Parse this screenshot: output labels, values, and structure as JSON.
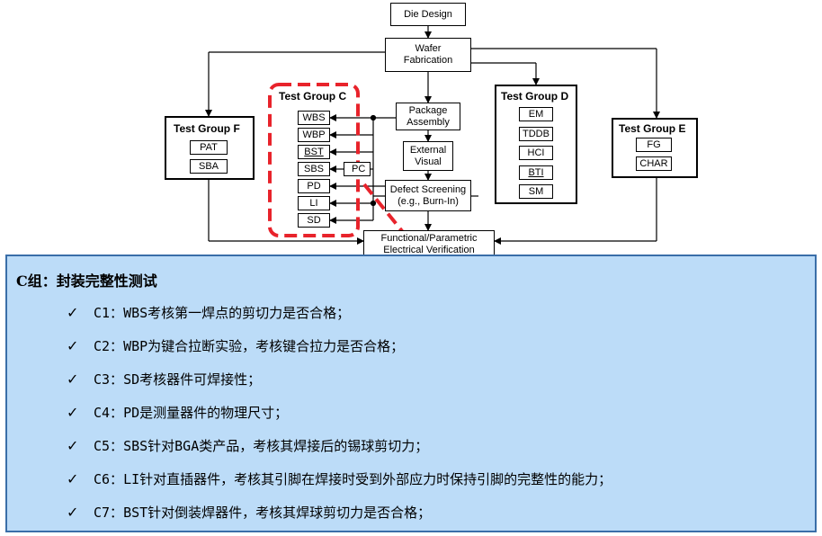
{
  "diagram": {
    "die_design": "Die Design",
    "wafer_fabrication": "Wafer Fabrication",
    "package_assembly": "Package Assembly",
    "external_visual": "External Visual",
    "defect_screening": "Defect Screening (e.g., Burn-In)",
    "functional_test": "Functional/Parametric Electrical Verification Test",
    "pc": "PC",
    "groups": {
      "c": {
        "title": "Test Group C",
        "items": [
          "WBS",
          "WBP",
          "BST",
          "SBS",
          "PD",
          "LI",
          "SD"
        ]
      },
      "d": {
        "title": "Test Group D",
        "items": [
          "EM",
          "TDDB",
          "HCI",
          "BTI",
          "SM"
        ]
      },
      "e": {
        "title": "Test Group E",
        "items": [
          "FG",
          "CHAR"
        ]
      },
      "f": {
        "title": "Test Group F",
        "items": [
          "PAT",
          "SBA"
        ]
      }
    },
    "colors": {
      "highlight": "#e8232b",
      "line": "#000000"
    }
  },
  "panel": {
    "title": "C组：封装完整性测试",
    "check_icon": "check-icon",
    "bg_color": "#bcdcf8",
    "border_color": "#3a6ea8",
    "items": [
      {
        "code": "C1：",
        "text": "WBS考核第一焊点的剪切力是否合格；"
      },
      {
        "code": "C2：",
        "text": "WBP为键合拉断实验，考核键合拉力是否合格；"
      },
      {
        "code": "C3：",
        "text": "SD考核器件可焊接性；"
      },
      {
        "code": "C4：",
        "text": "PD是测量器件的物理尺寸；"
      },
      {
        "code": "C5：",
        "text": "SBS针对BGA类产品，考核其焊接后的锡球剪切力；"
      },
      {
        "code": "C6：",
        "text": "LI针对直插器件，考核其引脚在焊接时受到外部应力时保持引脚的完整性的能力；"
      },
      {
        "code": "C7：",
        "text": "BST针对倒装焊器件，考核其焊球剪切力是否合格；"
      }
    ]
  }
}
